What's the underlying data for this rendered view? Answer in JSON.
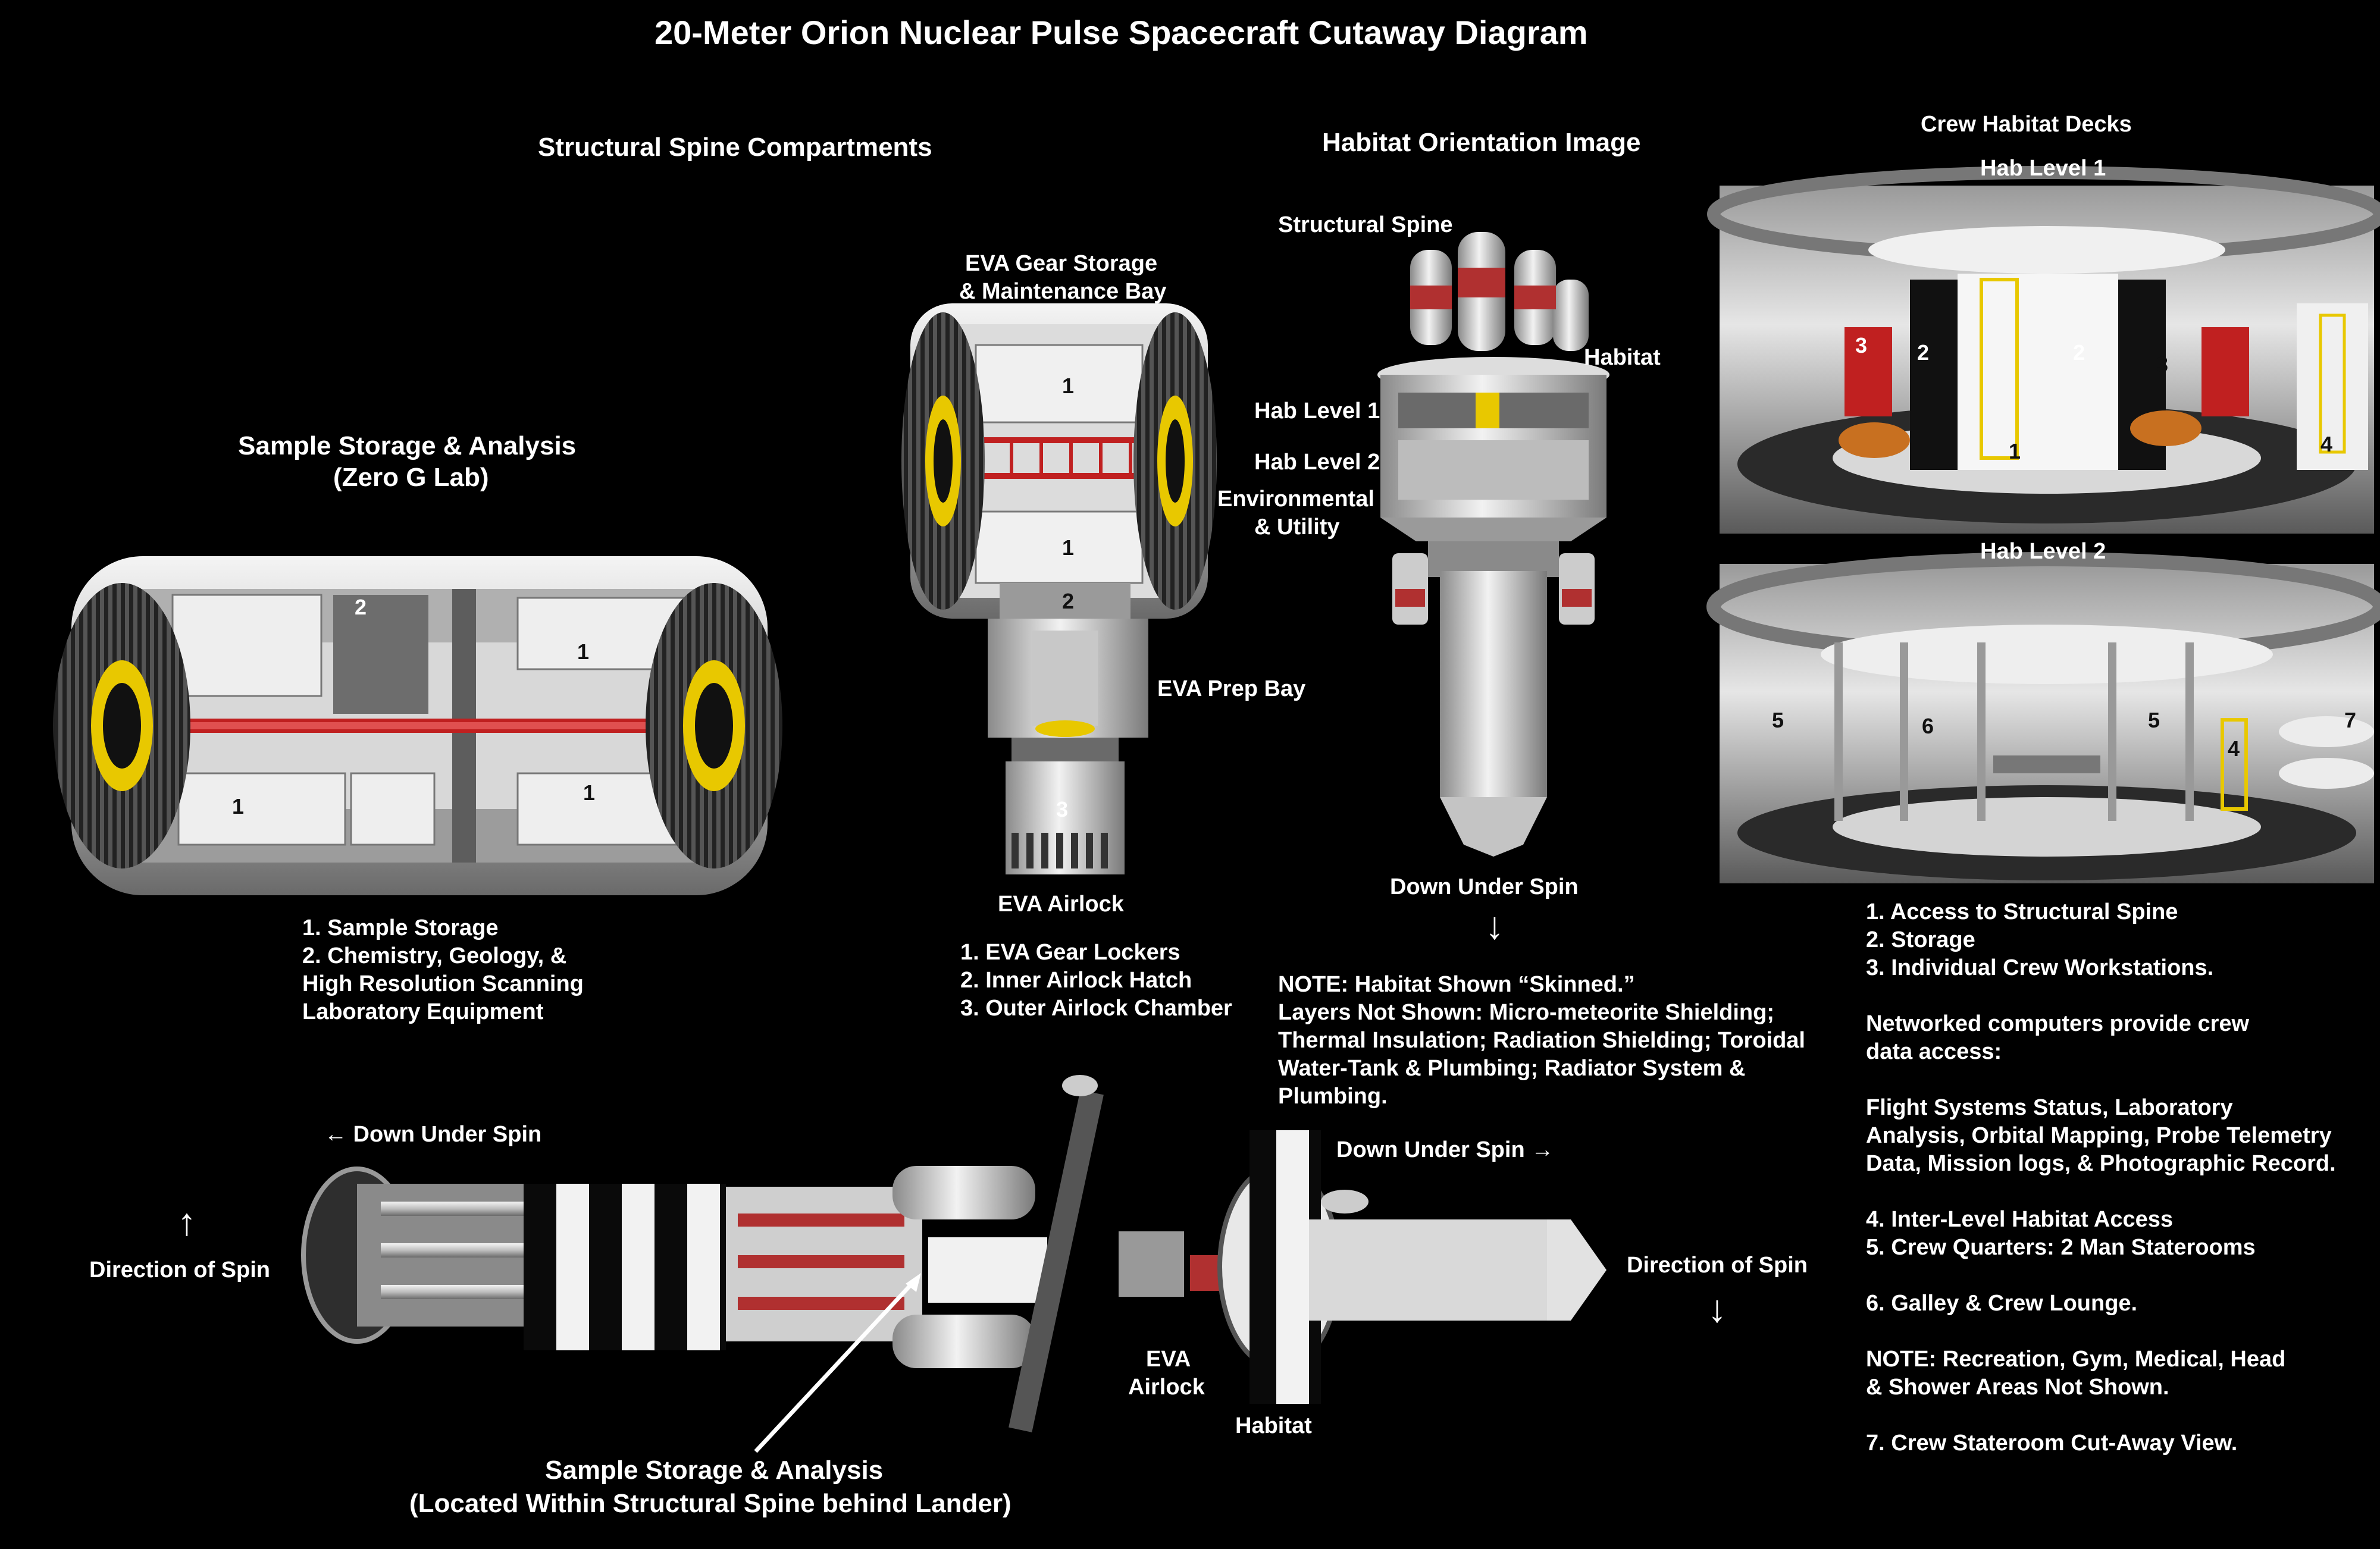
{
  "title": "20-Meter Orion Nuclear Pulse Spacecraft Cutaway Diagram",
  "sections": {
    "spine": "Structural Spine Compartments",
    "orientation": "Habitat Orientation Image",
    "decks": "Crew Habitat Decks"
  },
  "lab": {
    "title_line1": "Sample Storage & Analysis",
    "title_line2": "(Zero G Lab)",
    "legend": [
      "1. Sample Storage",
      "2. Chemistry, Geology, &",
      "High Resolution Scanning",
      "Laboratory Equipment"
    ],
    "markers": [
      "2",
      "1",
      "1",
      "1"
    ]
  },
  "eva": {
    "storage_line1": "EVA Gear Storage",
    "storage_line2": "& Maintenance Bay",
    "prep_bay": "EVA Prep Bay",
    "airlock": "EVA Airlock",
    "legend": [
      "1. EVA Gear Lockers",
      "2. Inner Airlock Hatch",
      "3. Outer Airlock Chamber"
    ],
    "markers": [
      "1",
      "1",
      "2",
      "3"
    ]
  },
  "orientation": {
    "structural_spine": "Structural Spine",
    "habitat": "Habitat",
    "hab_level_1": "Hab Level 1",
    "hab_level_2": "Hab Level 2",
    "env_line1": "Environmental",
    "env_line2": "& Utility",
    "down_under_spin": "Down Under Spin",
    "arrow": "↓",
    "note": [
      "NOTE: Habitat Shown “Skinned.”",
      "Layers Not Shown: Micro-meteorite Shielding;",
      "Thermal Insulation; Radiation Shielding; Toroidal",
      "Water-Tank & Plumbing; Radiator System &",
      "Plumbing."
    ]
  },
  "decks": {
    "level1": "Hab Level 1",
    "level2": "Hab Level 2",
    "level1_markers": [
      "3",
      "2",
      "2",
      "3",
      "1",
      "4"
    ],
    "level2_markers": [
      "5",
      "6",
      "5",
      "4",
      "7"
    ],
    "legend": [
      "1. Access to Structural Spine",
      "2. Storage",
      "3. Individual Crew Workstations.",
      "",
      "Networked computers provide crew",
      "data access:",
      "",
      "Flight Systems Status, Laboratory",
      "Analysis, Orbital Mapping, Probe Telemetry",
      "Data, Mission logs, & Photographic Record.",
      "",
      "4. Inter-Level Habitat Access",
      "5. Crew Quarters: 2 Man Staterooms",
      "",
      "6. Galley & Crew Lounge.",
      "",
      "NOTE: Recreation, Gym, Medical, Head",
      "& Shower Areas Not Shown.",
      "",
      "7. Crew Stateroom Cut-Away View."
    ]
  },
  "ship": {
    "down_left": "← Down Under Spin",
    "down_right": "Down Under Spin →",
    "dir_spin_left": "Direction of Spin",
    "arrow_up": "↑",
    "dir_spin_right": "Direction of Spin",
    "arrow_down": "↓",
    "eva_line1": "EVA",
    "eva_line2": "Airlock",
    "habitat": "Habitat",
    "sample_line1": "Sample Storage & Analysis",
    "sample_line2": "(Located Within Structural Spine behind Lander)"
  },
  "colors": {
    "background": "#000000",
    "text": "#ffffff",
    "accent_red": "#c02020",
    "accent_yellow": "#e8c800"
  }
}
